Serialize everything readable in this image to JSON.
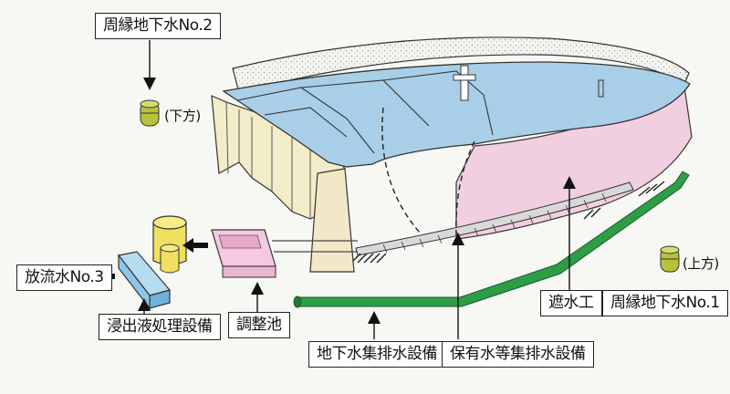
{
  "labels": {
    "groundwater_no2": "周縁地下水No.2",
    "groundwater_no1": "周縁地下水No.1",
    "downstream": "(下方)",
    "upstream": "(上方)",
    "discharge_no3": "放流水No.3",
    "leachate_treatment": "浸出液処理設備",
    "regulating_pond": "調整池",
    "groundwater_drainage": "地下水集排水設備",
    "retained_water_drainage": "保有水等集排水設備",
    "barrier_work": "遮水工"
  },
  "colors": {
    "landfill_surface": "#a9cfe8",
    "barrier_liner": "#f2cfe0",
    "retaining_wall": "#f2edc8",
    "green_pipe": "#2e9e46",
    "regulating_pond": "#f6c8e2",
    "treatment_facility": "#8ec6e8",
    "tank": "#f0e060",
    "well": "#b8c23a"
  }
}
